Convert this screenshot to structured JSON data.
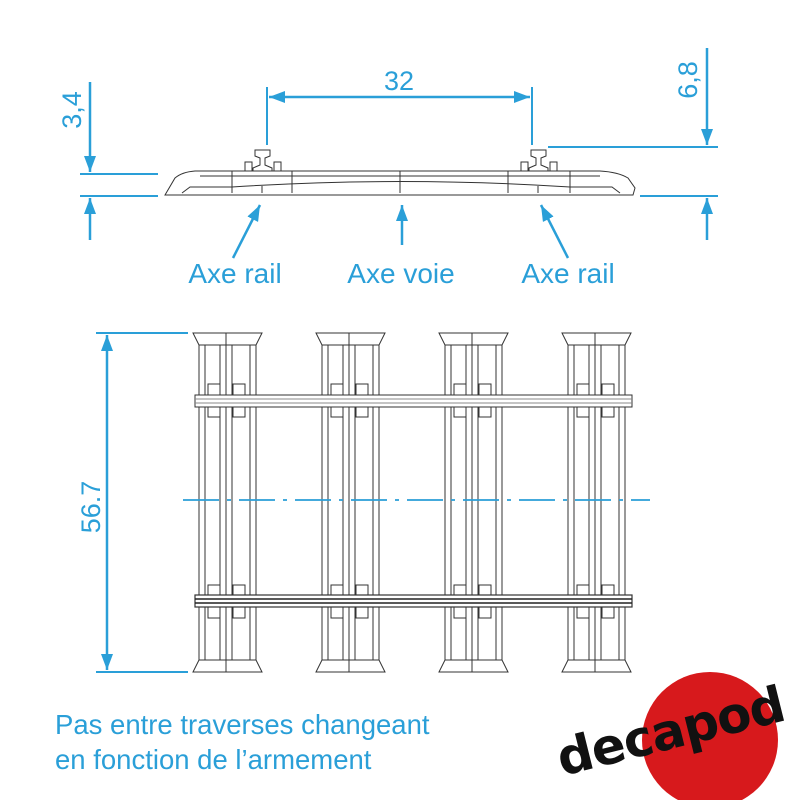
{
  "dimensions": {
    "rail_spacing": "32",
    "rail_height_left": "3,4",
    "total_height_right": "6,8",
    "sleeper_length": "56.7"
  },
  "labels": {
    "left_rail_axis": "Axe rail",
    "track_axis": "Axe voie",
    "right_rail_axis": "Axe rail"
  },
  "caption": {
    "line1": "Pas entre traverses changeant",
    "line2": "en fonction de l’armement"
  },
  "logo": {
    "text": "decapod",
    "red": "#d7191c",
    "black": "#111111"
  },
  "colors": {
    "dimension_blue": "#2a9fd8",
    "drawing_line": "#333333"
  }
}
